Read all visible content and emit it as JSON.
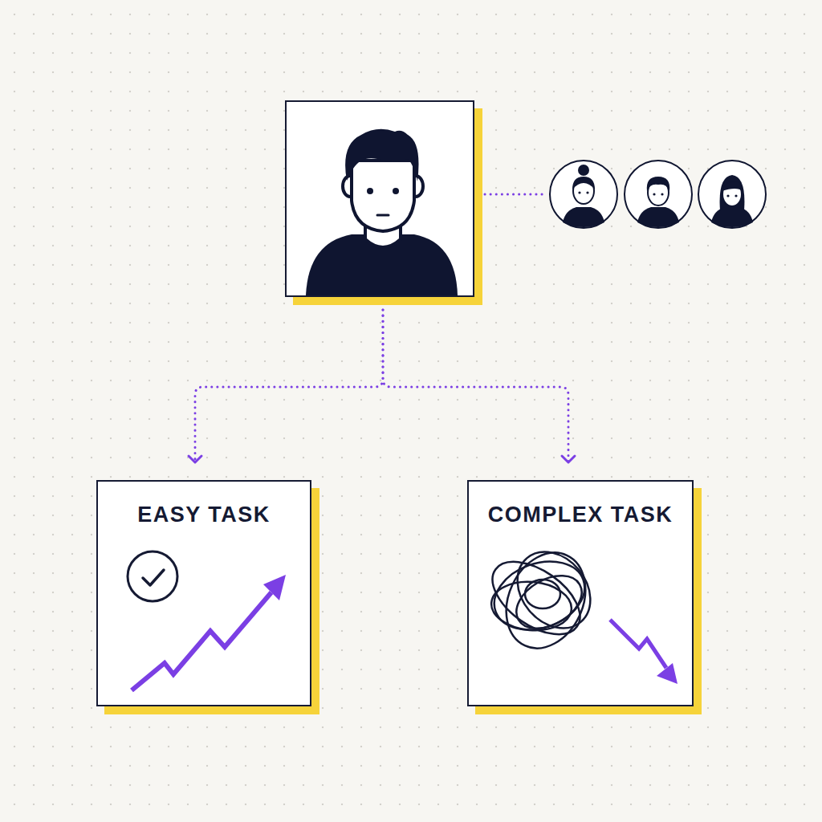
{
  "diagram": {
    "nodes": [
      {
        "text": []
      },
      {
        "text": [
          "EASY TASK"
        ]
      },
      {
        "text": [
          "COMPLEX TASK"
        ]
      }
    ],
    "edges": [
      {
        "from": 0,
        "to": 1,
        "arrow": "to"
      },
      {
        "from": 0,
        "to": 2,
        "arrow": "to"
      }
    ]
  }
}
